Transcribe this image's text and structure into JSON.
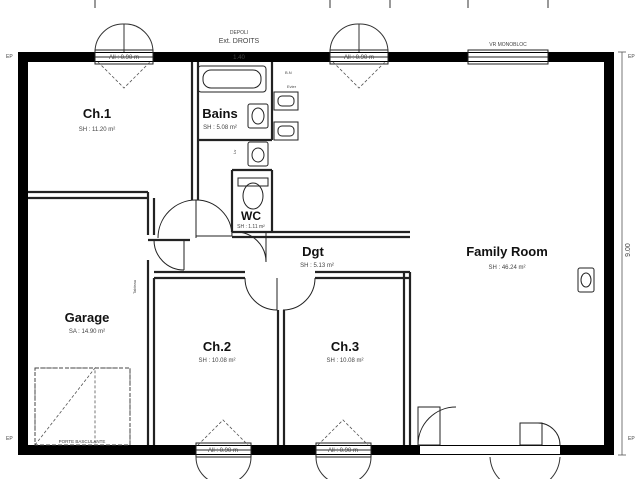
{
  "rooms": {
    "ch1": {
      "name": "Ch.1",
      "area": "SH : 11.20 m²"
    },
    "bains": {
      "name": "Bains",
      "area": "SH : 5.08 m²"
    },
    "wc": {
      "name": "WC",
      "area": "SH : 1.11 m²"
    },
    "dgt": {
      "name": "Dgt",
      "area": "SH : 5.13 m²"
    },
    "family": {
      "name": "Family Room",
      "area": "SH : 46.24 m²"
    },
    "garage": {
      "name": "Garage",
      "area": "SA : 14.90 m²"
    },
    "ch2": {
      "name": "Ch.2",
      "area": "SH : 10.08 m²"
    },
    "ch3": {
      "name": "Ch.3",
      "area": "SH : 10.08 m²"
    }
  },
  "openings": {
    "top1": "All : 0.90 m",
    "top2": "All : 0.90 m",
    "bottom1": "All : 0.90 m",
    "bottom2": "All : 0.90 m",
    "bay": "VR MONOBLOC",
    "garage_door": "PORTE BASCULANTE"
  },
  "annotations": {
    "shower_top": "DEPOLI",
    "shower_mid": "Ext. DROITS",
    "shower_dim": "1.40",
    "dim_right": "9.00",
    "edge_ep": "EP",
    "toilet_note": "Lv",
    "sink_note": "Evier",
    "tub_note": "B.N",
    "garage_note": "Tableau"
  },
  "colors": {
    "wall": "#000000",
    "line": "#222222"
  }
}
